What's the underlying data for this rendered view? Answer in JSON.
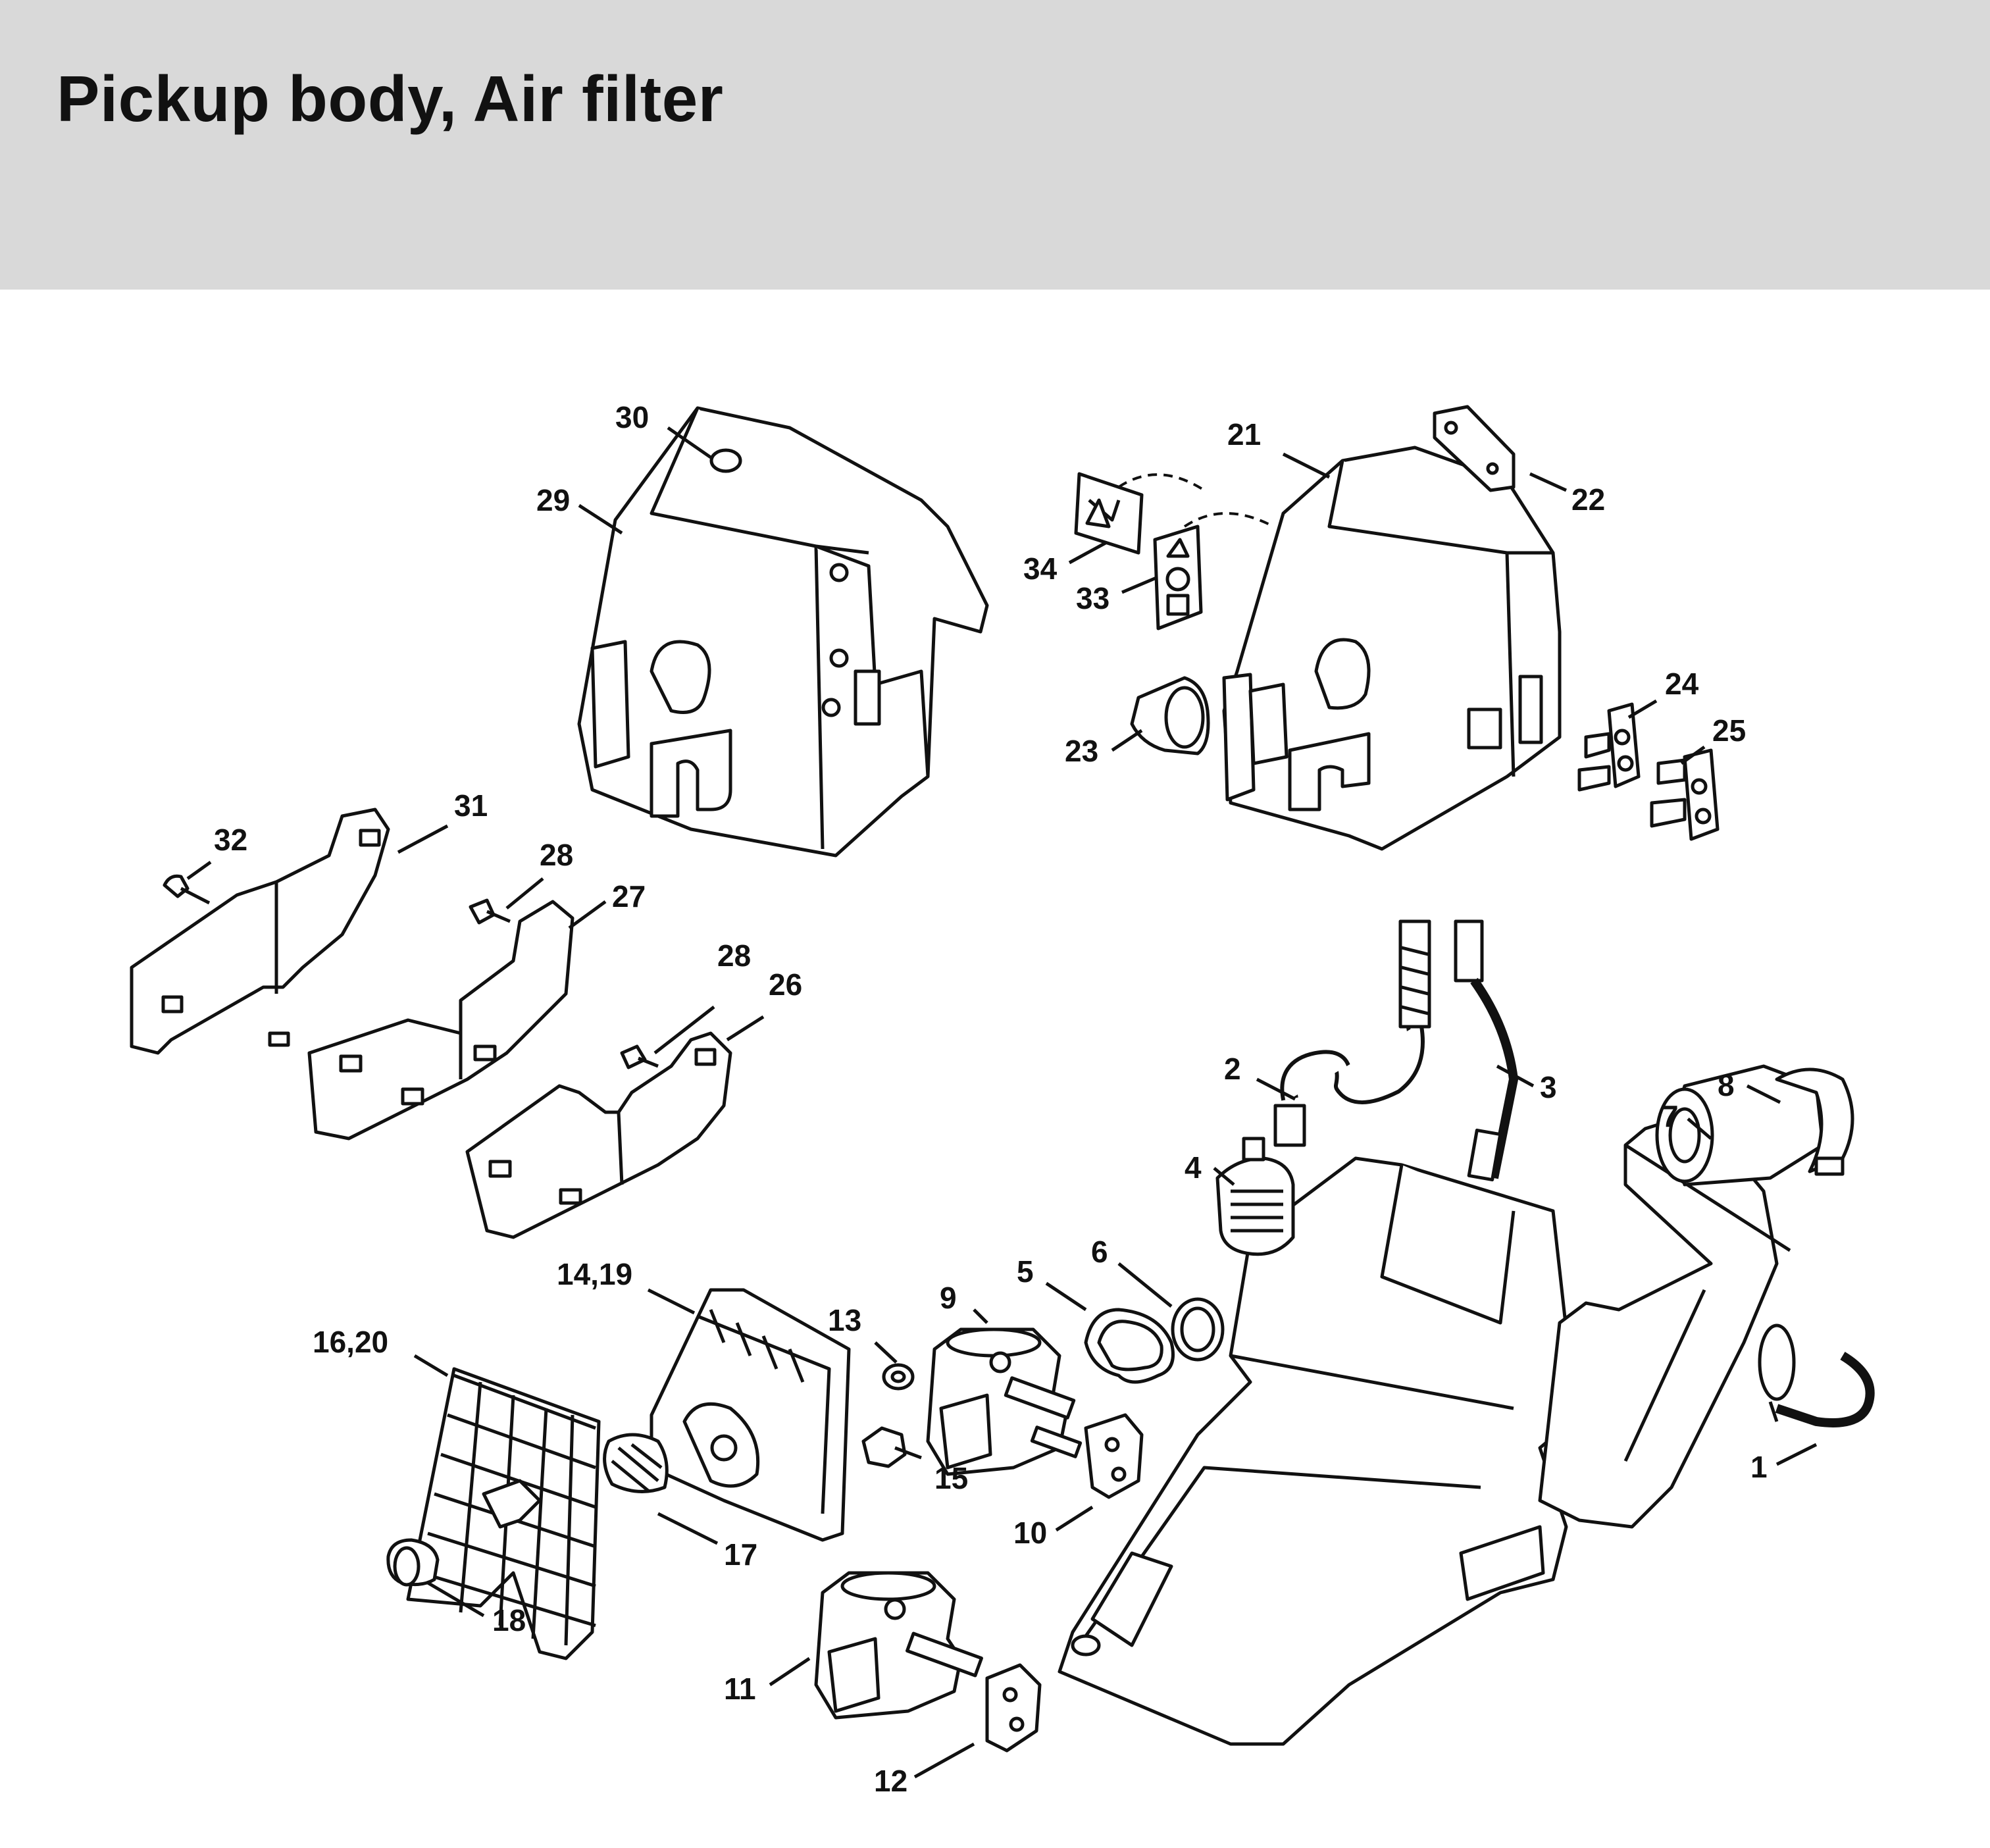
{
  "page": {
    "title": "Pickup body, Air filter",
    "header_color": "#d9d9d9"
  },
  "callouts": [
    {
      "id": "c1",
      "label": "1"
    },
    {
      "id": "c2",
      "label": "2"
    },
    {
      "id": "c3",
      "label": "3"
    },
    {
      "id": "c4",
      "label": "4"
    },
    {
      "id": "c5",
      "label": "5"
    },
    {
      "id": "c6",
      "label": "6"
    },
    {
      "id": "c7",
      "label": "7"
    },
    {
      "id": "c8",
      "label": "8"
    },
    {
      "id": "c9",
      "label": "9"
    },
    {
      "id": "c10",
      "label": "10"
    },
    {
      "id": "c11",
      "label": "11"
    },
    {
      "id": "c12",
      "label": "12"
    },
    {
      "id": "c13",
      "label": "13"
    },
    {
      "id": "c14_19",
      "label": "14,19"
    },
    {
      "id": "c15",
      "label": "15"
    },
    {
      "id": "c16_20",
      "label": "16,20"
    },
    {
      "id": "c17",
      "label": "17"
    },
    {
      "id": "c18",
      "label": "18"
    },
    {
      "id": "c21",
      "label": "21"
    },
    {
      "id": "c22",
      "label": "22"
    },
    {
      "id": "c23",
      "label": "23"
    },
    {
      "id": "c24",
      "label": "24"
    },
    {
      "id": "c25",
      "label": "25"
    },
    {
      "id": "c26",
      "label": "26"
    },
    {
      "id": "c27",
      "label": "27"
    },
    {
      "id": "c28a",
      "label": "28"
    },
    {
      "id": "c28b",
      "label": "28"
    },
    {
      "id": "c29",
      "label": "29"
    },
    {
      "id": "c30",
      "label": "30"
    },
    {
      "id": "c31",
      "label": "31"
    },
    {
      "id": "c32",
      "label": "32"
    },
    {
      "id": "c33",
      "label": "33"
    },
    {
      "id": "c34",
      "label": "34"
    }
  ]
}
